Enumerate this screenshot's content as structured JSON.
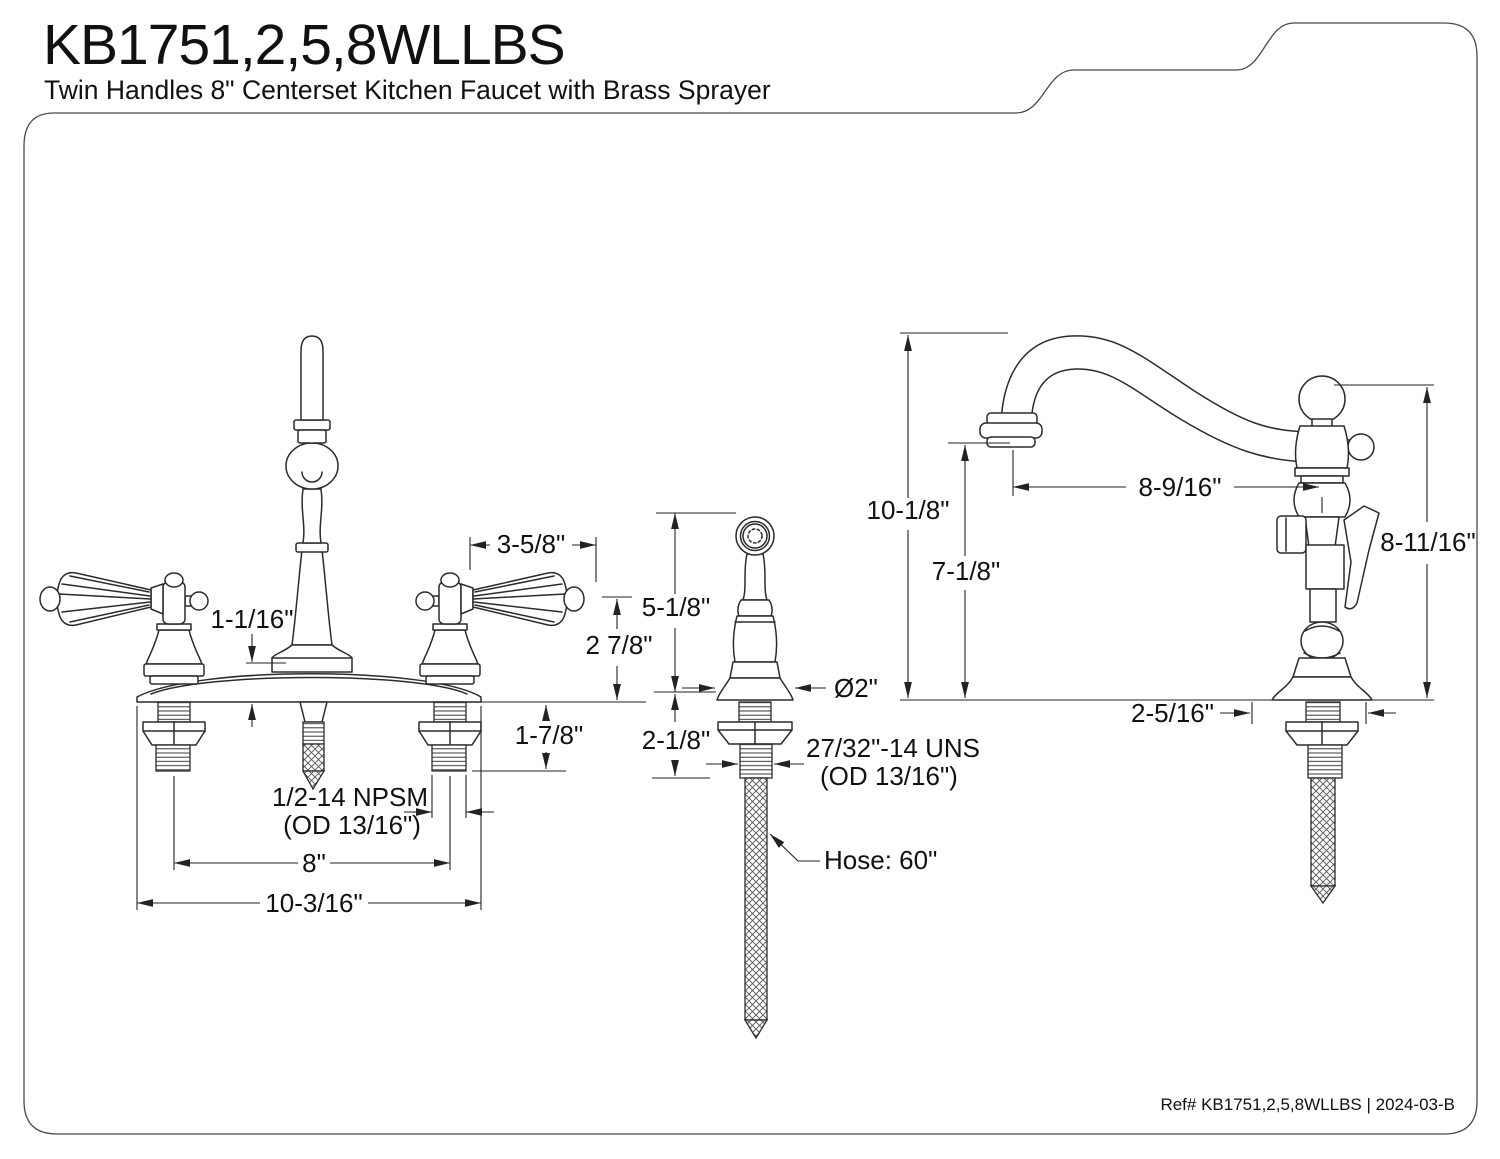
{
  "header": {
    "model": "KB1751,2,5,8WLLBS",
    "subtitle": "Twin Handles 8\" Centerset Kitchen Faucet with Brass Sprayer"
  },
  "footer": {
    "reference": "Ref# KB1751,2,5,8WLLBS | 2024-03-B"
  },
  "front_view": {
    "dim_handle_span": "3-5/8\"",
    "dim_base_clearance": "1-1/16\"",
    "dim_handle_height": "2 7/8\"",
    "dim_shank_length": "1-7/8\"",
    "thread_line1": "1/2-14 NPSM",
    "thread_line2": "(OD 13/16\")",
    "dim_hole_centers": "8\"",
    "dim_deck_width": "10-3/16\""
  },
  "sprayer_view": {
    "dim_height": "5-1/8\"",
    "dim_base_diameter": "Ø2\"",
    "dim_shank_length": "2-1/8\"",
    "thread_line1": "27/32\"-14 UNS",
    "thread_line2": "(OD 13/16\")",
    "hose_label": "Hose: 60\""
  },
  "side_view": {
    "dim_overall_height": "10-1/8\"",
    "dim_spout_height": "7-1/8\"",
    "dim_spout_reach": "8-9/16\"",
    "dim_handle_height": "8-11/16\"",
    "dim_base_width": "2-5/16\""
  }
}
